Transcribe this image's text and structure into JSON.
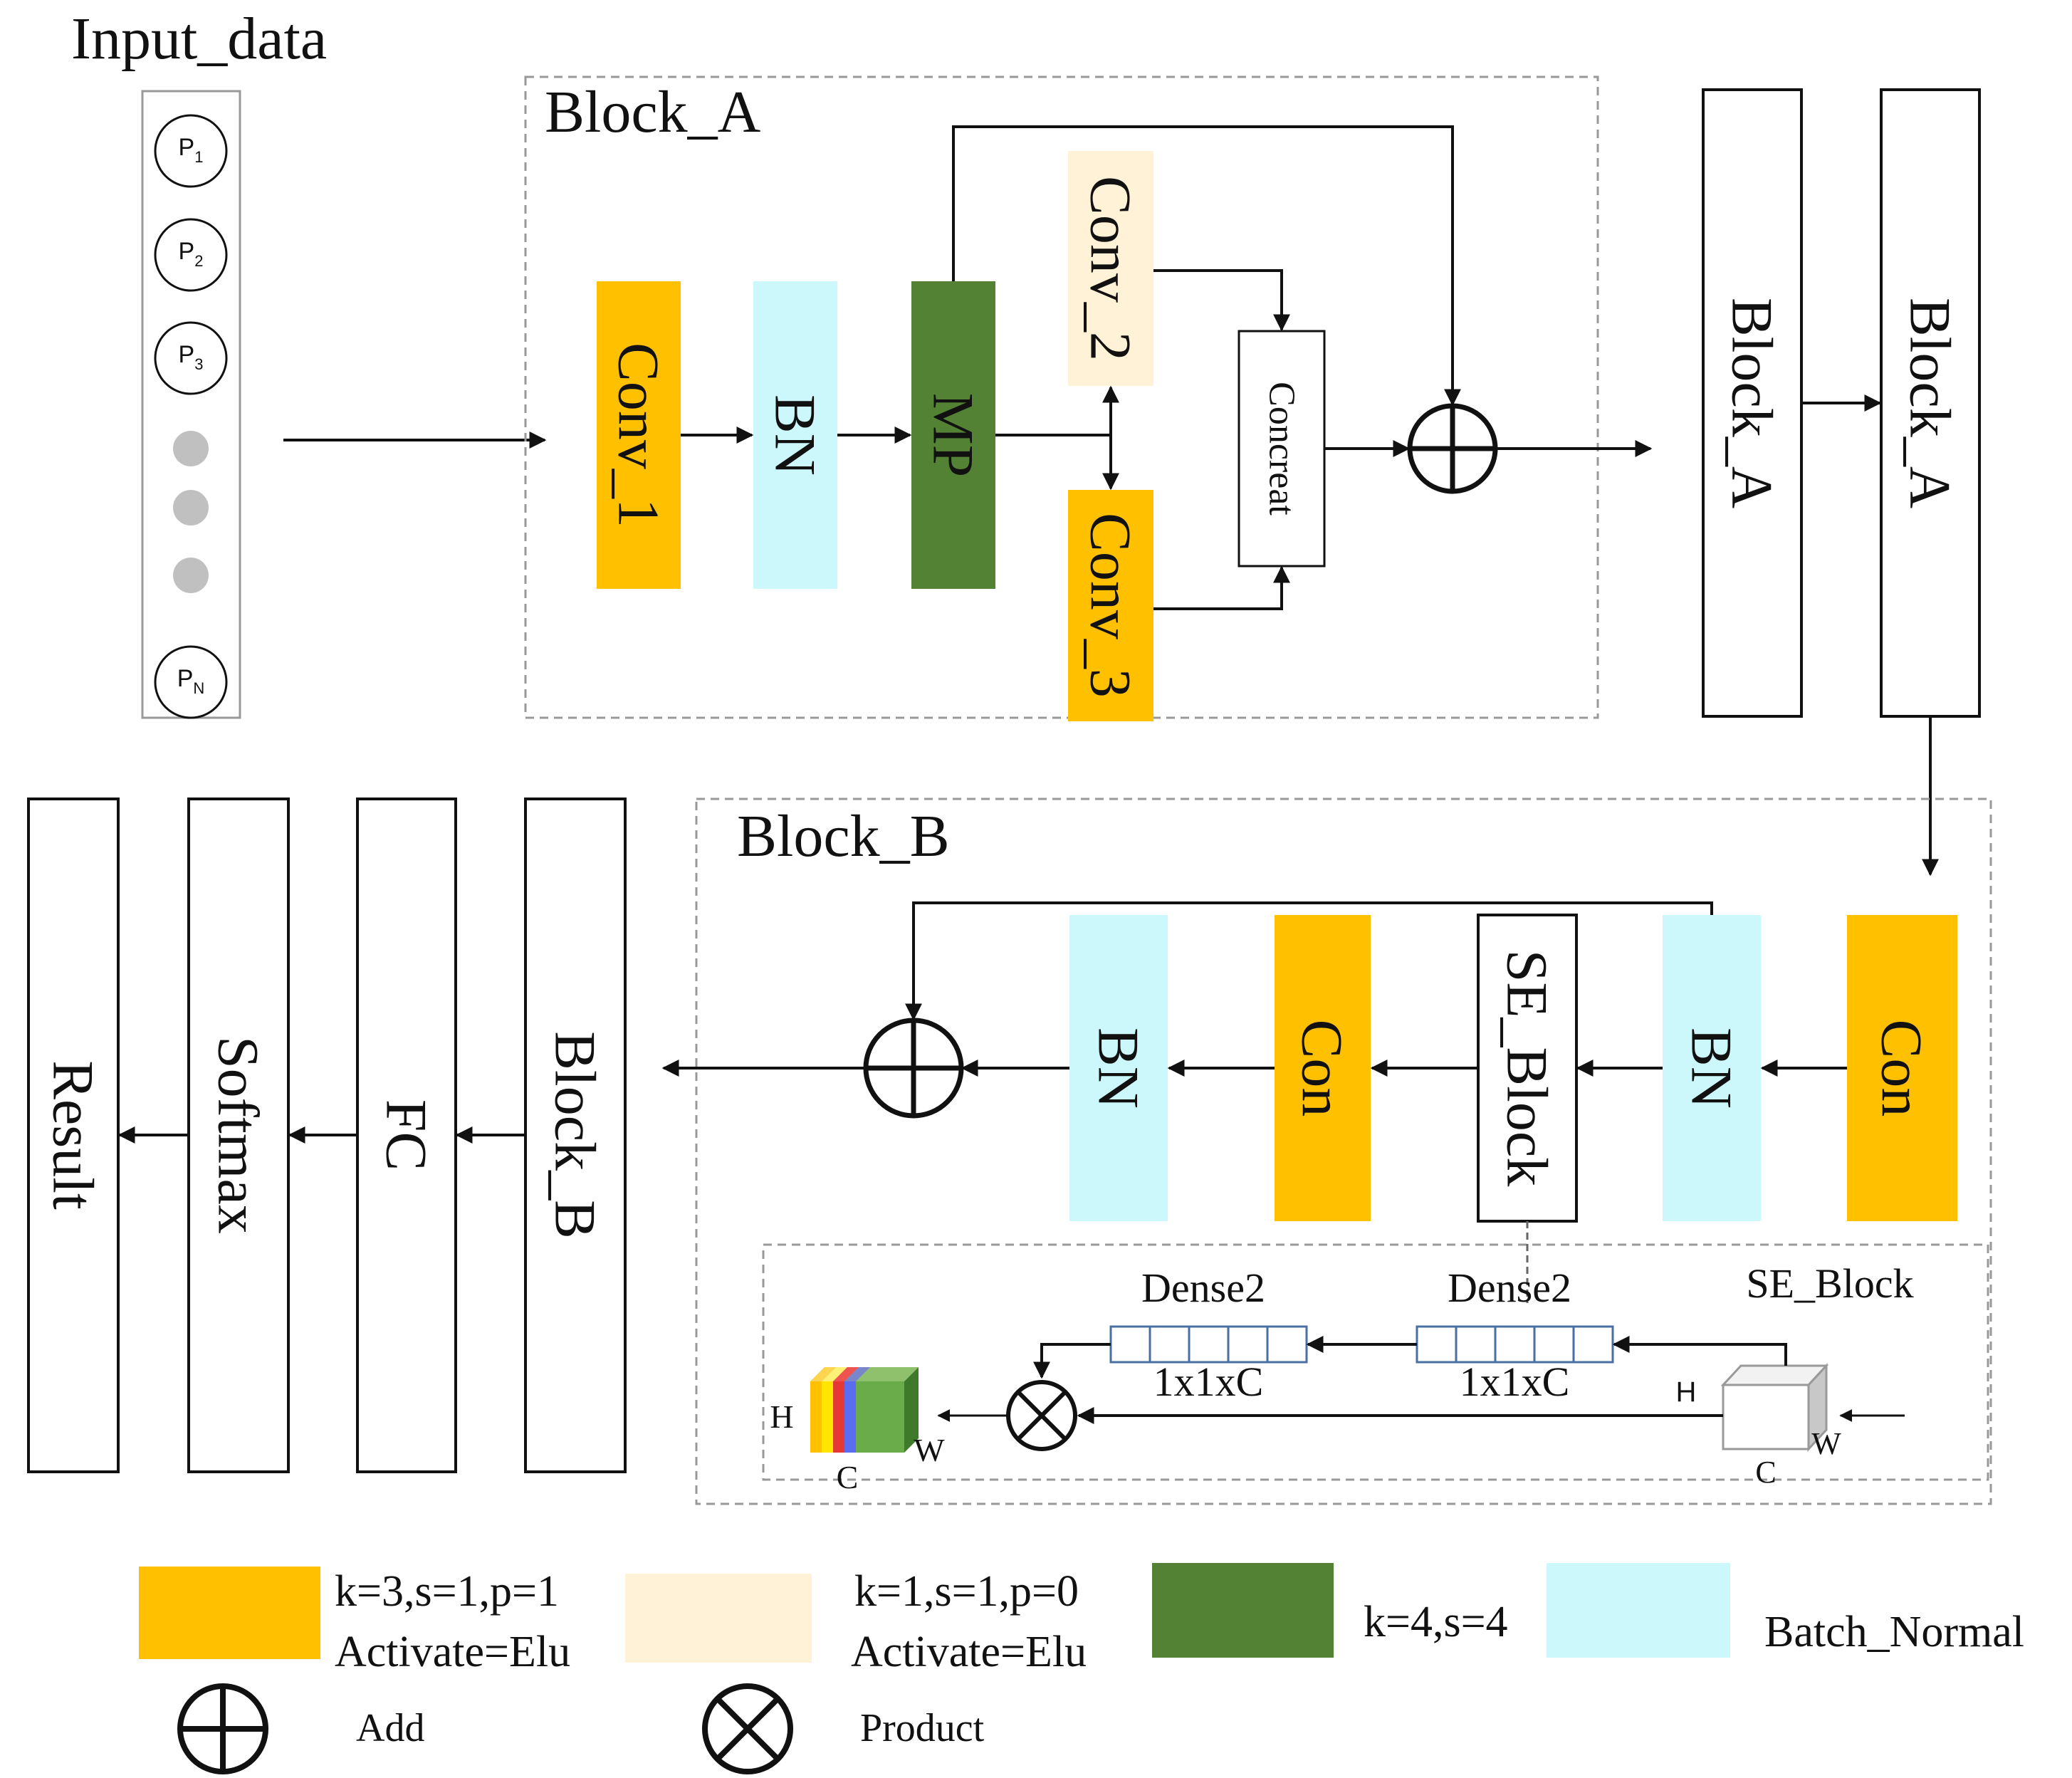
{
  "input": {
    "title": "Input_data",
    "nodes": [
      {
        "base": "P",
        "sub": "1"
      },
      {
        "base": "P",
        "sub": "2"
      },
      {
        "base": "P",
        "sub": "3"
      },
      {
        "base": "P",
        "sub": "N"
      }
    ]
  },
  "block_a": {
    "title": "Block_A",
    "conv1": "Conv_1",
    "bn": "BN",
    "mp": "MP",
    "conv2": "Conv_2",
    "conv3": "Conv_3",
    "concat": "Concreat"
  },
  "stack_top": [
    "Block_A",
    "Block_A"
  ],
  "block_b": {
    "title": "Block_B",
    "con_right": "Con",
    "bn_right": "BN",
    "se_block": "SE_Block",
    "con_left": "Con",
    "bn_left": "BN"
  },
  "se_detail": {
    "title": "SE_Block",
    "dense_right": "Dense2",
    "dense_left": "Dense2",
    "dense_right_dim": "1x1xC",
    "dense_left_dim": "1x1xC",
    "cube_h": "H",
    "cube_w": "W",
    "cube_c": "C",
    "out_h": "H",
    "out_w": "W",
    "out_c": "C"
  },
  "stack_bottom": [
    "Block_B",
    "FC",
    "Softmax",
    "Result"
  ],
  "legend": {
    "orange": {
      "line1": "k=3,s=1,p=1",
      "line2": "Activate=Elu"
    },
    "cream": {
      "line1": "k=1,s=1,p=0",
      "line2": "Activate=Elu"
    },
    "green": {
      "line1": "k=4,s=4"
    },
    "cyan": {
      "line1": "Batch_Normal"
    },
    "add": "Add",
    "product": "Product"
  },
  "colors": {
    "orange": "#FFC000",
    "cream": "#FFF2D6",
    "green": "#548235",
    "cyan": "#CCF8FC"
  }
}
